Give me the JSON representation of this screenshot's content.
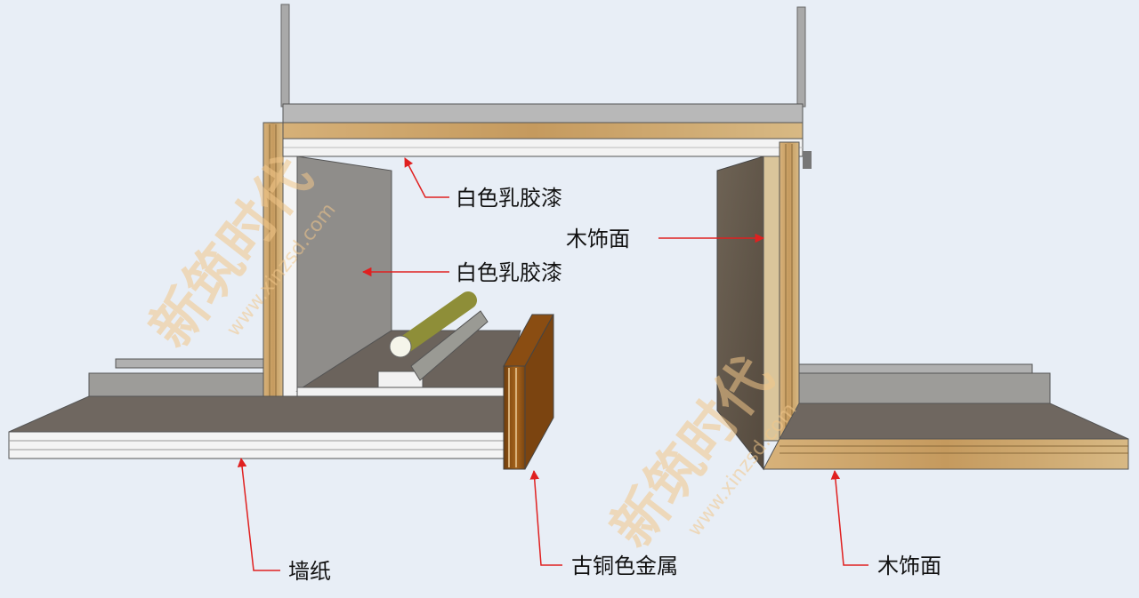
{
  "annotations": {
    "ceiling_paint": "白色乳胶漆",
    "wall_paint": "白色乳胶漆",
    "right_wood": "木饰面",
    "wallpaper": "墙纸",
    "bronze_metal": "古铜色金属",
    "bottom_wood": "木饰面"
  },
  "watermarks": [
    {
      "text": "新筑时代",
      "url": "www.xinzsd.com"
    },
    {
      "text": "新筑时代",
      "url": "www.xinzsd.com"
    }
  ],
  "colors": {
    "background": "#e8eef6",
    "arrow": "#e02020",
    "wood": "#c9a46a",
    "dark_wood": "#5f5346",
    "bronze": "#9a5a18",
    "grey_wall": "#8b8986"
  }
}
